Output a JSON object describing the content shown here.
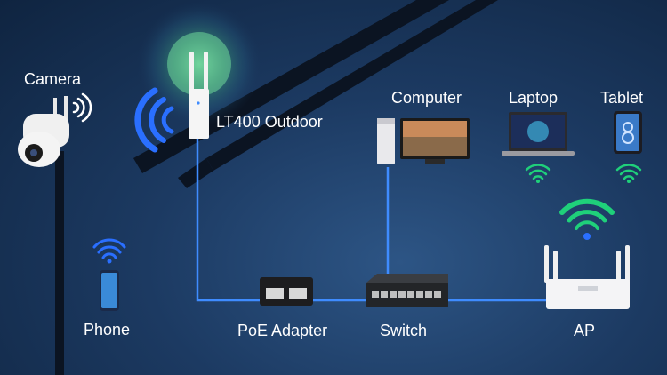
{
  "labels": {
    "camera": "Camera",
    "outdoor_ap": "LT400 Outdoor",
    "computer": "Computer",
    "laptop": "Laptop",
    "tablet": "Tablet",
    "phone": "Phone",
    "poe_adapter": "PoE Adapter",
    "switch": "Switch",
    "ap": "AP"
  },
  "colors": {
    "background": "#1c3a62",
    "cable": "#3f8cff",
    "wifi_blue": "#2a6fff",
    "wifi_green": "#1fd07a",
    "roof": "#0b1422"
  },
  "icons": [
    "camera-icon",
    "wifi-signal-icon",
    "outdoor-ap-icon",
    "computer-icon",
    "laptop-icon",
    "tablet-icon",
    "phone-icon",
    "poe-adapter-icon",
    "switch-icon",
    "router-icon"
  ]
}
